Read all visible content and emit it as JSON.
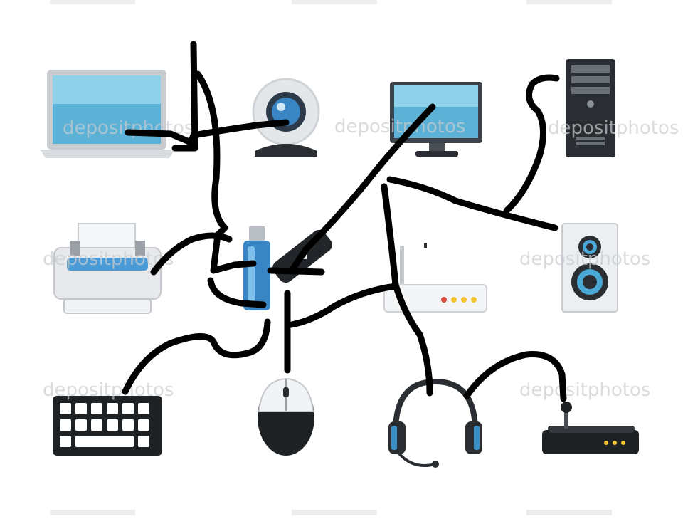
{
  "watermarks": [
    {
      "text": "depositphotos"
    },
    {
      "text": "depositphotos"
    },
    {
      "text": "depositphotos"
    },
    {
      "text": "depositphotos"
    },
    {
      "text": "depositphotos"
    },
    {
      "text": "depositphotos"
    },
    {
      "text": "depositphotos"
    }
  ],
  "colors": {
    "screen": "#5bb2d6",
    "device_blue": "#3a86c4",
    "cable": "#000000",
    "gray_light": "#e9ebee",
    "gray_dark": "#2a2d31"
  },
  "devices": [
    {
      "icon": "laptop-icon"
    },
    {
      "icon": "webcam-icon"
    },
    {
      "icon": "monitor-icon"
    },
    {
      "icon": "tower-pc-icon"
    },
    {
      "icon": "printer-icon"
    },
    {
      "icon": "usb-flash-drive-icon"
    },
    {
      "icon": "usb-hub-icon"
    },
    {
      "icon": "router-icon"
    },
    {
      "icon": "speaker-icon"
    },
    {
      "icon": "keyboard-icon"
    },
    {
      "icon": "mouse-icon"
    },
    {
      "icon": "headset-icon"
    },
    {
      "icon": "joystick-icon"
    }
  ]
}
